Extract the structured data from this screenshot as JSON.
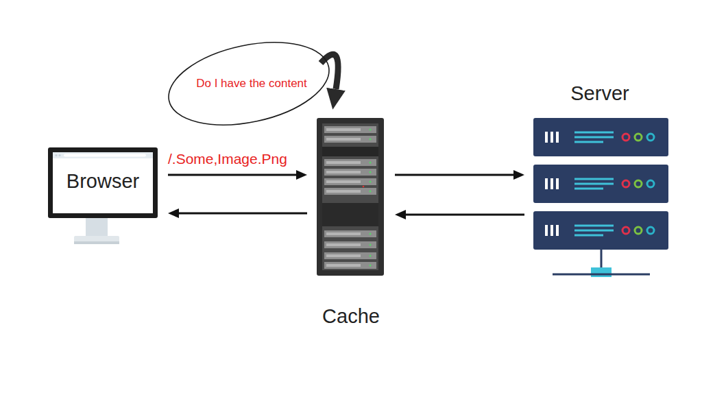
{
  "diagram": {
    "nodes": [
      {
        "text": [
          "Do I have the content"
        ]
      },
      {
        "text": [
          "Browser"
        ]
      },
      {
        "text": [
          "Cache"
        ]
      },
      {
        "text": [
          "Server"
        ]
      }
    ],
    "edges": [
      {
        "from": 1,
        "to": 2,
        "arrow": "to",
        "label": "/.Some,Image.Png"
      },
      {
        "from": 2,
        "to": 1,
        "arrow": "to"
      },
      {
        "from": 2,
        "to": 3,
        "arrow": "to"
      },
      {
        "from": 3,
        "to": 2,
        "arrow": "to"
      },
      {
        "from": 0,
        "to": 2,
        "arrow": "to"
      }
    ]
  }
}
